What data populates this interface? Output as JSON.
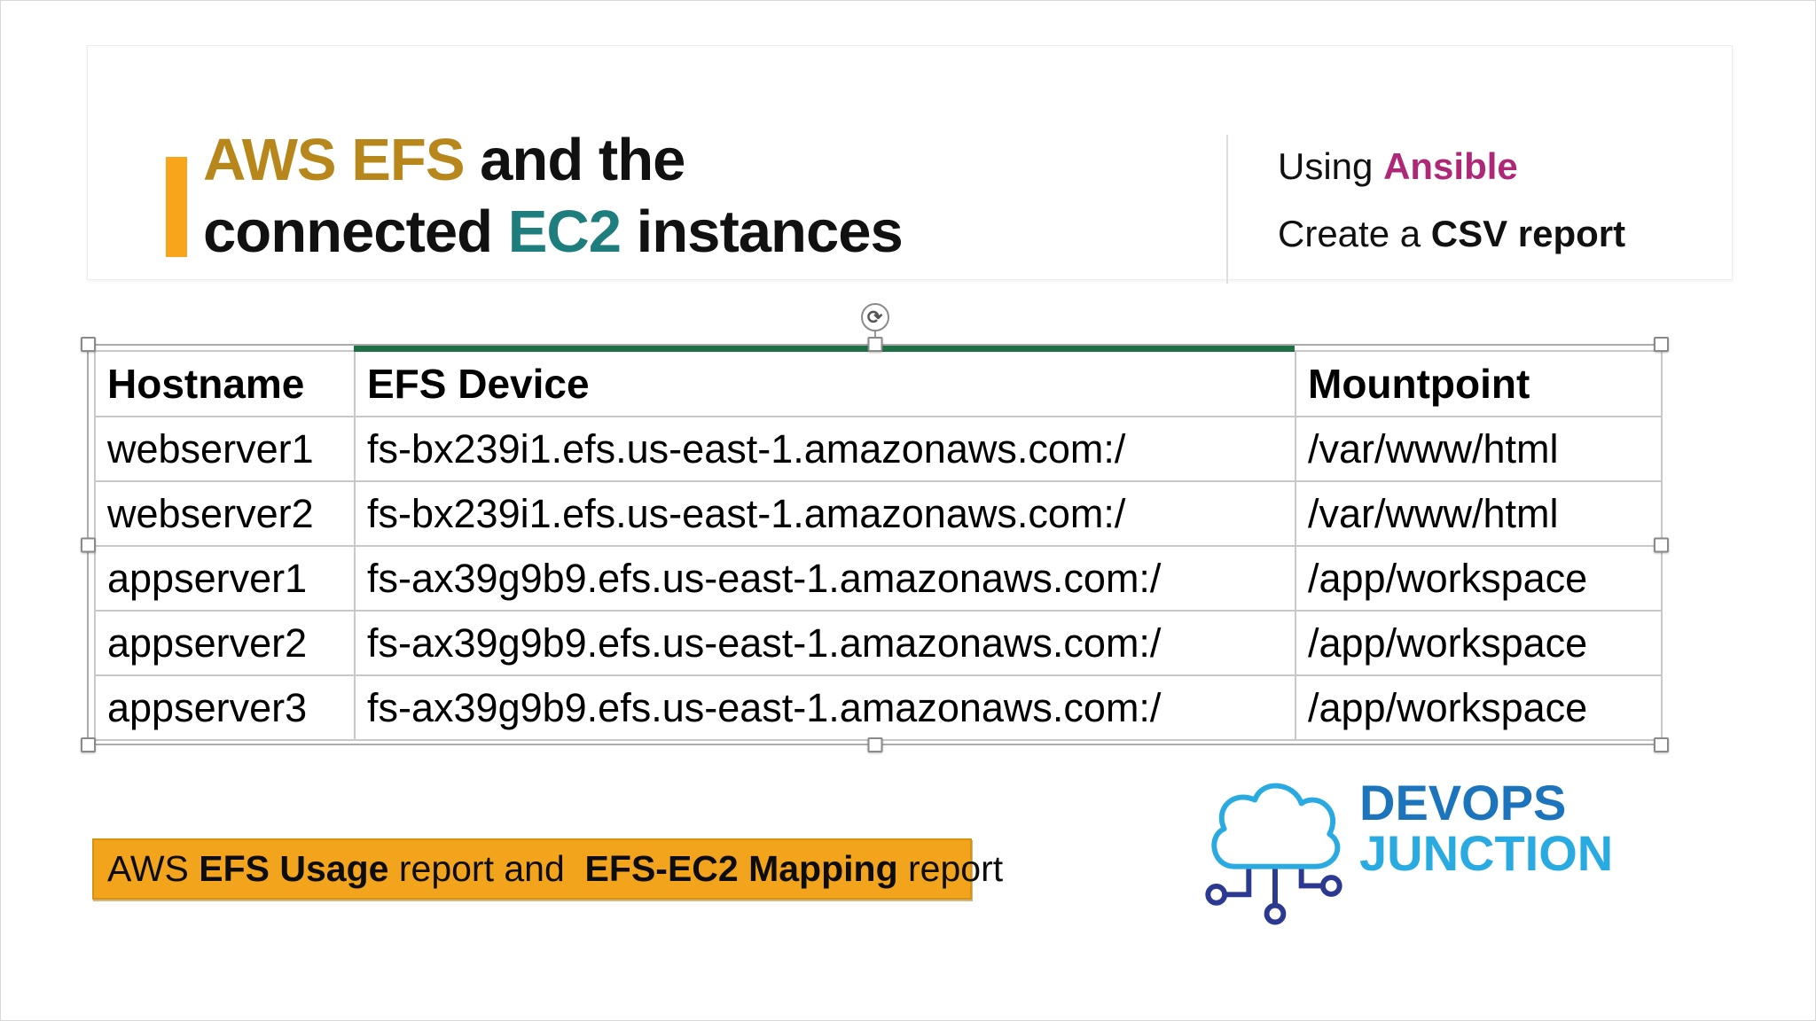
{
  "colors": {
    "gold": "#B8871C",
    "accent-orange": "#F9A51B",
    "teal": "#1E7D7D",
    "magenta": "#AD2876",
    "banner-orange": "#F2A41D",
    "banner-border": "#DB9212",
    "selection-green": "#1E7145",
    "table-border": "#C8C8C8",
    "frame-gray": "#ABABAB",
    "handle-border": "#8A8A8A",
    "logo-dark-blue": "#1C75BC",
    "logo-light-blue": "#29ABE2",
    "logo-navy": "#2B3990",
    "text-black": "#111111"
  },
  "title": {
    "gold_part": "AWS EFS",
    "line1_rest": " and the",
    "line2_start": "connected ",
    "teal_part": "EC2",
    "line2_rest": " instances"
  },
  "subtitle": {
    "line1_prefix": "Using ",
    "line1_highlight": "Ansible",
    "line2_prefix": "Create a ",
    "line2_bold": "CSV report"
  },
  "table": {
    "columns": [
      "Hostname",
      "EFS Device",
      "Mountpoint"
    ],
    "rows": [
      [
        "webserver1",
        "fs-bx239i1.efs.us-east-1.amazonaws.com:/",
        "/var/www/html"
      ],
      [
        "webserver2",
        "fs-bx239i1.efs.us-east-1.amazonaws.com:/",
        "/var/www/html"
      ],
      [
        "appserver1",
        "fs-ax39g9b9.efs.us-east-1.amazonaws.com:/",
        "/app/workspace"
      ],
      [
        "appserver2",
        "fs-ax39g9b9.efs.us-east-1.amazonaws.com:/",
        "/app/workspace"
      ],
      [
        "appserver3",
        "fs-ax39g9b9.efs.us-east-1.amazonaws.com:/",
        "/app/workspace"
      ]
    ]
  },
  "banner": {
    "prefix": "AWS ",
    "bold1": "EFS Usage",
    "middle": " report and  ",
    "bold2": "EFS-EC2 Mapping",
    "suffix": " report"
  },
  "logo": {
    "line1": "DEVOPS",
    "line2": "JUNCTION"
  },
  "selection": {
    "rotate_glyph": "⟳"
  }
}
